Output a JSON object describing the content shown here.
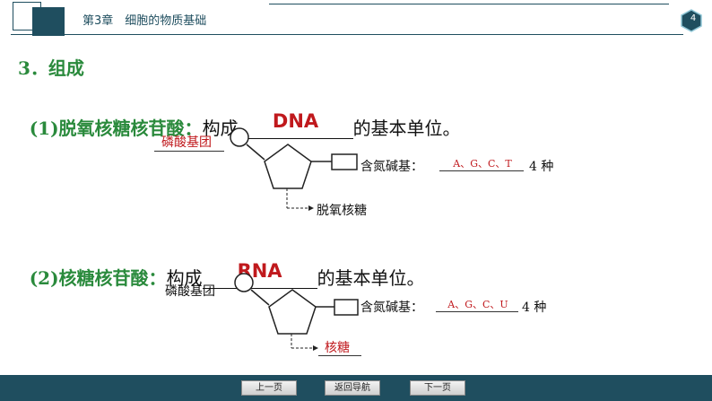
{
  "header": {
    "chapter_title": "第3章　细胞的物质基础",
    "page_number": "4"
  },
  "section": {
    "title": "3．组成"
  },
  "dna": {
    "prefix": "(1)脱氧核糖核苷酸：",
    "verb": "构成",
    "answer": "DNA",
    "suffix": "的基本单位。",
    "phosphate_label": "磷酸基团",
    "base_label": "含氮碱基：",
    "bases_answer": "A、G、C、T",
    "count": "4 种",
    "sugar_label": "脱氧核糖"
  },
  "rna": {
    "prefix": "(2)核糖核苷酸：",
    "verb": "构成",
    "answer": "RNA",
    "suffix": "的基本单位。",
    "phosphate_label": "磷酸基团",
    "base_label": "含氮碱基：",
    "bases_answer": "A、G、C、U",
    "count": "4 种",
    "sugar_label": "核糖"
  },
  "footer": {
    "prev_label": "上一页",
    "home_label": "返回导航",
    "next_label": "下一页"
  },
  "colors": {
    "brand": "#1f4e5f",
    "heading_green": "#2a8a3c",
    "answer_red": "#c0191d"
  }
}
